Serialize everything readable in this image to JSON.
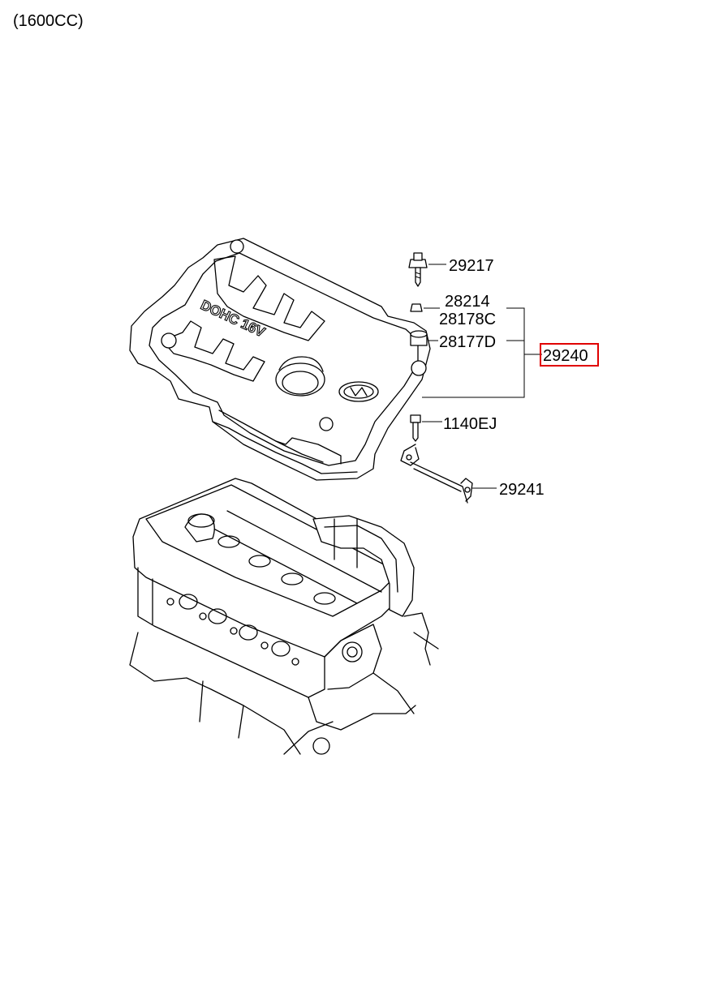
{
  "header": {
    "engine_variant": "(1600CC)"
  },
  "cover": {
    "emboss_text": "DOHC 16V"
  },
  "callouts": [
    {
      "id": "29217"
    },
    {
      "id": "28214"
    },
    {
      "id": "28178C"
    },
    {
      "id": "28177D"
    },
    {
      "id": "29240",
      "highlighted": true
    },
    {
      "id": "1140EJ"
    },
    {
      "id": "29241"
    }
  ],
  "colors": {
    "highlight": "#e00000",
    "line": "#000000",
    "background": "#ffffff"
  }
}
